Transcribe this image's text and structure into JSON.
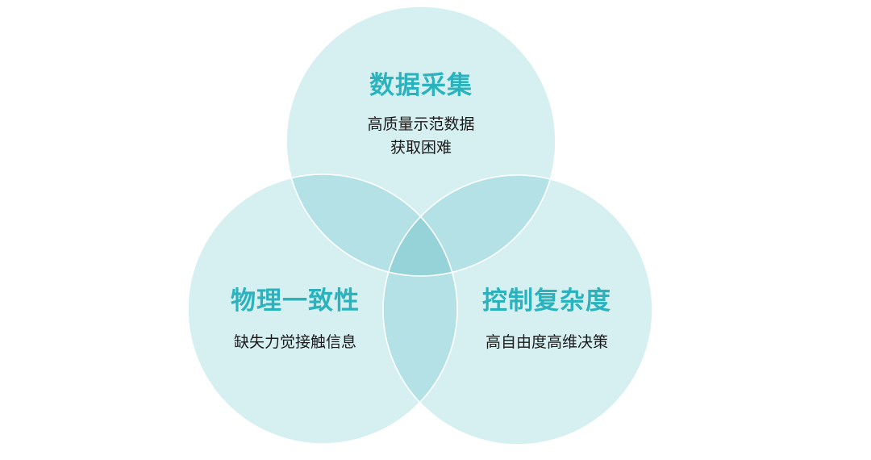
{
  "circles": [
    {
      "title": "数据采集",
      "lines": [
        "高质量示范数据",
        "获取困难"
      ]
    },
    {
      "title": "物理一致性",
      "lines": [
        "缺失力觉接触信息"
      ]
    },
    {
      "title": "控制复杂度",
      "lines": [
        "高自由度高维决策"
      ]
    }
  ],
  "colors": {
    "circle_fill": "#d6f0f2",
    "title": "#2bb3bd",
    "text": "#1a1a1a"
  }
}
